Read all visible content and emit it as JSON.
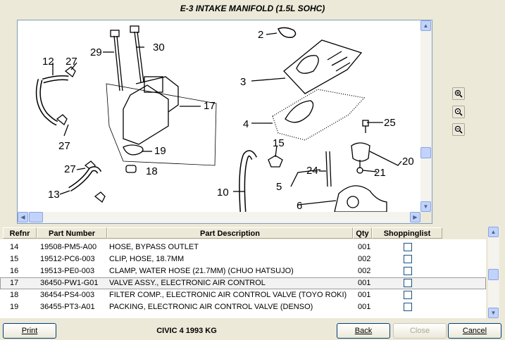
{
  "window": {
    "title": "E-3 INTAKE MANIFOLD (1.5L SOHC)"
  },
  "diagram": {
    "callouts": [
      "2",
      "3",
      "4",
      "29",
      "30",
      "12",
      "27",
      "27",
      "17",
      "19",
      "18",
      "27",
      "13",
      "25",
      "15",
      "20",
      "21",
      "24",
      "5",
      "6",
      "10"
    ]
  },
  "zoom": {
    "in_icon": "zoom-in-icon",
    "reset_icon": "zoom-reset-icon",
    "out_icon": "zoom-out-icon"
  },
  "table": {
    "headers": {
      "refnr": "Refnr",
      "part_number": "Part Number",
      "description": "Part Description",
      "qty": "Qty",
      "shopping": "Shoppinglist"
    },
    "rows": [
      {
        "refnr": "14",
        "part_number": "19508-PM5-A00",
        "description": "HOSE, BYPASS OUTLET",
        "qty": "001"
      },
      {
        "refnr": "15",
        "part_number": "19512-PC6-003",
        "description": "CLIP, HOSE, 18.7MM",
        "qty": "002"
      },
      {
        "refnr": "16",
        "part_number": "19513-PE0-003",
        "description": "CLAMP, WATER HOSE (21.7MM) (CHUO HATSUJO)",
        "qty": "002"
      },
      {
        "refnr": "17",
        "part_number": "36450-PW1-G01",
        "description": "VALVE ASSY., ELECTRONIC AIR CONTROL",
        "qty": "001"
      },
      {
        "refnr": "18",
        "part_number": "36454-PS4-003",
        "description": "FILTER COMP., ELECTRONIC AIR CONTROL VALVE (TOYO ROKI)",
        "qty": "001"
      },
      {
        "refnr": "19",
        "part_number": "36455-PT3-A01",
        "description": "PACKING, ELECTRONIC AIR CONTROL VALVE (DENSO)",
        "qty": "001"
      }
    ]
  },
  "footer": {
    "print": "Print",
    "status": "CIVIC  4  1993  KG",
    "back": "Back",
    "close": "Close",
    "cancel": "Cancel"
  },
  "colors": {
    "accent": "#7f9db9",
    "scroll": "#c1d3fb",
    "background": "#ece9d8"
  }
}
